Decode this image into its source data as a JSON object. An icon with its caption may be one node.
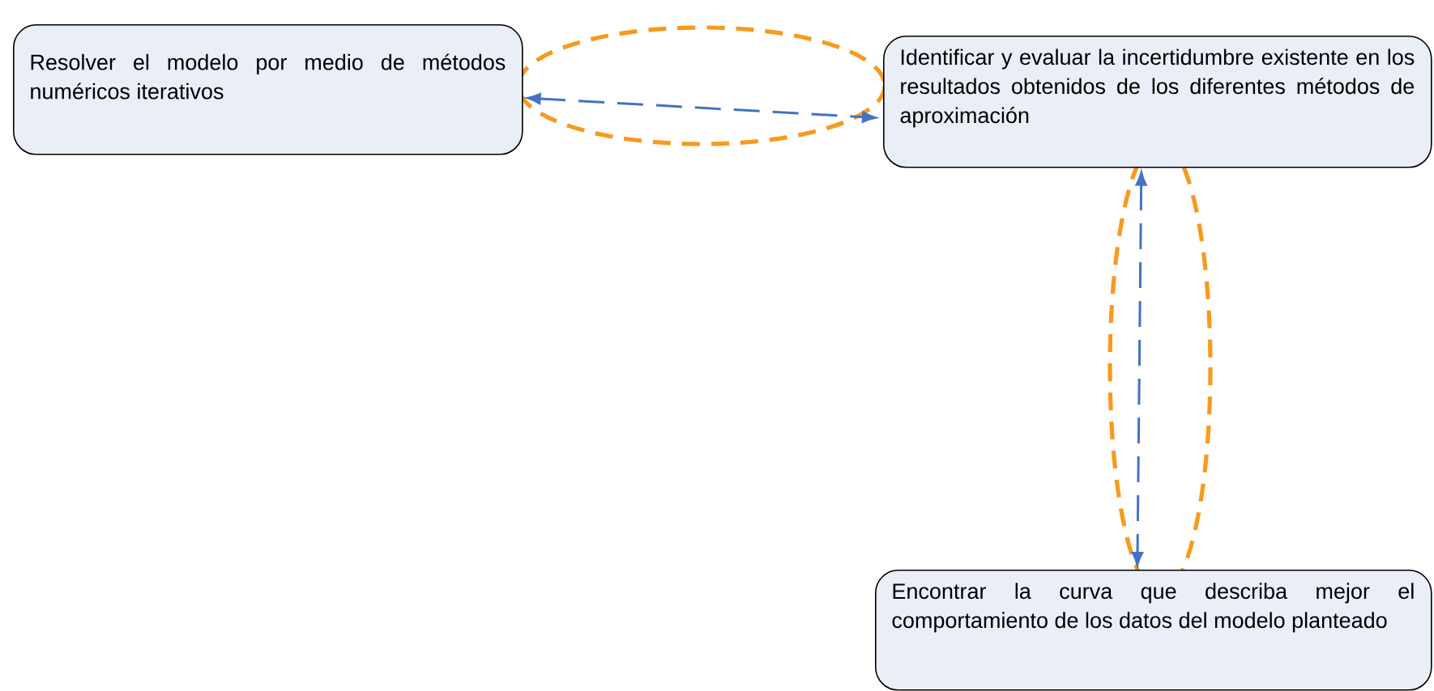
{
  "diagram": {
    "nodes": [
      {
        "text": [
          "Resolver el modelo por medio de métodos numéricos iterativos"
        ]
      },
      {
        "text": [
          "Identificar y evaluar la incertidumbre existente en los resultados obtenidos de los diferentes métodos de aproximación"
        ]
      },
      {
        "text": [
          "Encontrar la curva que describa mejor el comportamiento de los datos del modelo planteado"
        ]
      }
    ],
    "edges": [
      {
        "from": 0,
        "to": 1,
        "arrow": "both",
        "style": "dashed"
      },
      {
        "from": 1,
        "to": 2,
        "arrow": "both",
        "style": "dashed"
      }
    ]
  }
}
